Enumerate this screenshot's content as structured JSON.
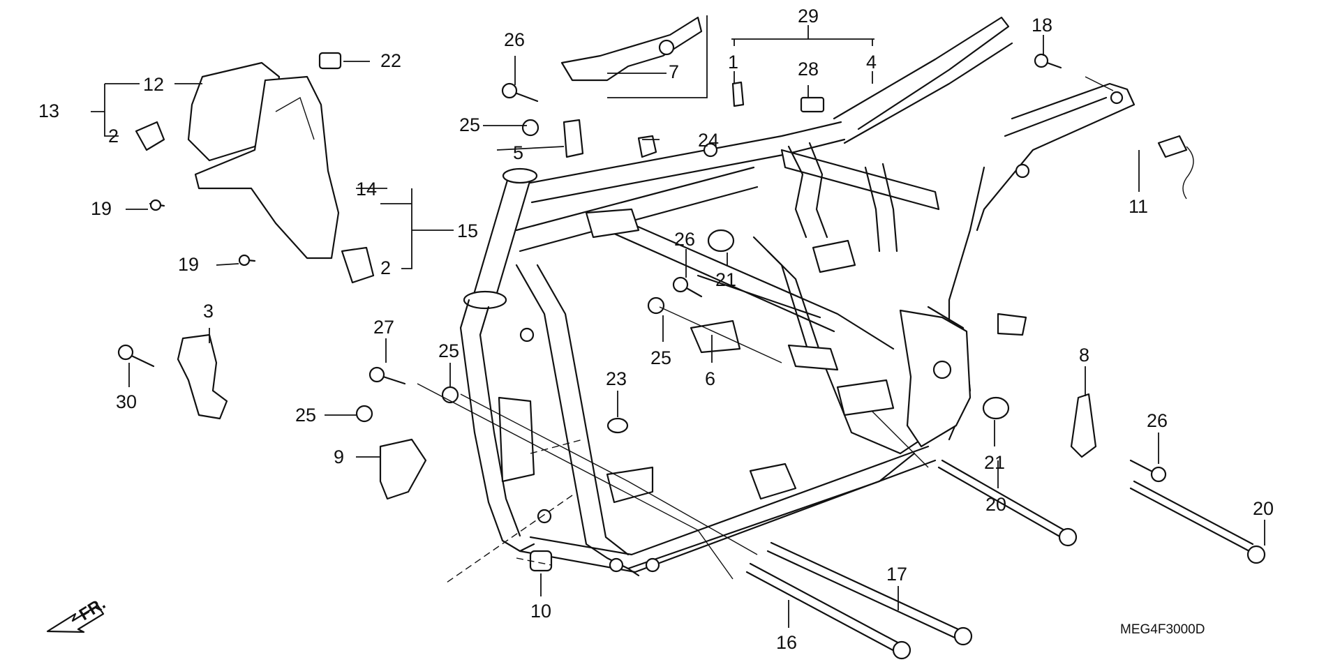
{
  "diagram_code": "MEG4F3000D",
  "direction_label": "FR.",
  "callouts": {
    "c1": "1",
    "c2a": "2",
    "c2b": "2",
    "c3": "3",
    "c4": "4",
    "c5": "5",
    "c6": "6",
    "c7": "7",
    "c8": "8",
    "c9": "9",
    "c10": "10",
    "c11": "11",
    "c12": "12",
    "c13": "13",
    "c14": "14",
    "c15": "15",
    "c16": "16",
    "c17": "17",
    "c18": "18",
    "c19a": "19",
    "c19b": "19",
    "c20a": "20",
    "c20b": "20",
    "c21a": "21",
    "c21b": "21",
    "c22": "22",
    "c23": "23",
    "c24": "24",
    "c25a": "25",
    "c25b": "25",
    "c25c": "25",
    "c25d": "25",
    "c26a": "26",
    "c26b": "26",
    "c26c": "26",
    "c27": "27",
    "c28": "28",
    "c29": "29",
    "c30": "30"
  }
}
